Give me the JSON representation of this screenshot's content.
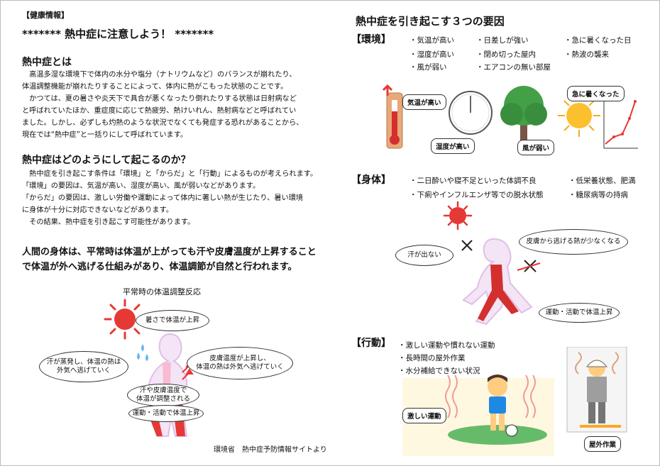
{
  "left": {
    "tag": "【健康情報】",
    "title": "******* 熱中症に注意しよう！ *******",
    "sec1": {
      "heading": "熱中症とは",
      "lines": [
        "　高温多湿な環境下で体内の水分や塩分（ナトリウムなど）のバランスが崩れたり、",
        "体温調整機能が崩れたりすることによって、体内に熱がこもった状態のことです。",
        "　かつては、夏の暑さや炎天下で具合が悪くなったり倒れたりする状態は日射病など",
        "と呼ばれていたほか、重症度に応じて熱疲労、熱けいれん、熱射病などと呼ばれてい",
        "ました。しかし、必ずしも灼熱のような状況でなくても発症する恐れがあることから、",
        "現在では“熱中症”と一括りにして呼ばれています。"
      ]
    },
    "sec2": {
      "heading": "熱中症はどのようにして起こるのか？",
      "lines": [
        "　熱中症を引き起こす条件は「環境」と「からだ」と「行動」によるものが考えられます。",
        "「環境」の要因は、気温が高い、湿度が高い、風が弱いなどがあります。",
        "「からだ」の要因は、激しい労働や運動によって体内に著しい熱が生じたり、暑い環境",
        "に身体が十分に対応できないなどがあります。",
        "　その結果、熱中症を引き起こす可能性があります。"
      ]
    },
    "sec3": {
      "lines": [
        "人間の身体は、平常時は体温が上がっても汗や皮膚温度が上昇すること",
        "で体温が外へ逃げる仕組みがあり、体温調節が自然と行われます。"
      ]
    },
    "diagram": {
      "caption": "平常時の体温調整反応",
      "b_heat": "暑さで体温が上昇",
      "b_sweat": [
        "汗が蒸発し、体温の熱は",
        "外気へ逃げていく"
      ],
      "b_skin": [
        "皮膚温度が上昇し、",
        "体温の熱は外気へ逃げていく"
      ],
      "b_adjust": [
        "汗や皮膚温度で",
        "体温が調整される"
      ],
      "b_exercise": "運動・活動で体温上昇"
    },
    "source": "環境省　熱中症予防情報サイトより"
  },
  "right": {
    "title": "熱中症を引き起こす３つの要因",
    "env": {
      "label": "【環境】",
      "items": [
        "気温が高い",
        "日差しが強い",
        "急に暑くなった日",
        "湿度が高い",
        "閉め切った屋内",
        "熱波の襲来",
        "風が弱い",
        "エアコンの無い部屋"
      ],
      "labels": {
        "temp": "気温が高い",
        "humid": "湿度が高い",
        "wind": "風が弱い",
        "sudden": "急に暑くなった"
      }
    },
    "body": {
      "label": "【身体】",
      "items": [
        "二日酔いや寝不足といった体調不良",
        "低栄養状態、肥満",
        "下痢やインフルエンザ等での脱水状態",
        "糖尿病等の持病"
      ],
      "b_nosweat": "汗が出ない",
      "b_skin": "皮膚から逃げる熱が少なくなる",
      "b_exercise": "運動・活動で体温上昇"
    },
    "action": {
      "label": "【行動】",
      "items": [
        "激しい運動や慣れない運動",
        "長時間の屋外作業",
        "水分補給できない状況"
      ],
      "tag_sport": "激しい運動",
      "tag_work": "屋外作業"
    }
  }
}
